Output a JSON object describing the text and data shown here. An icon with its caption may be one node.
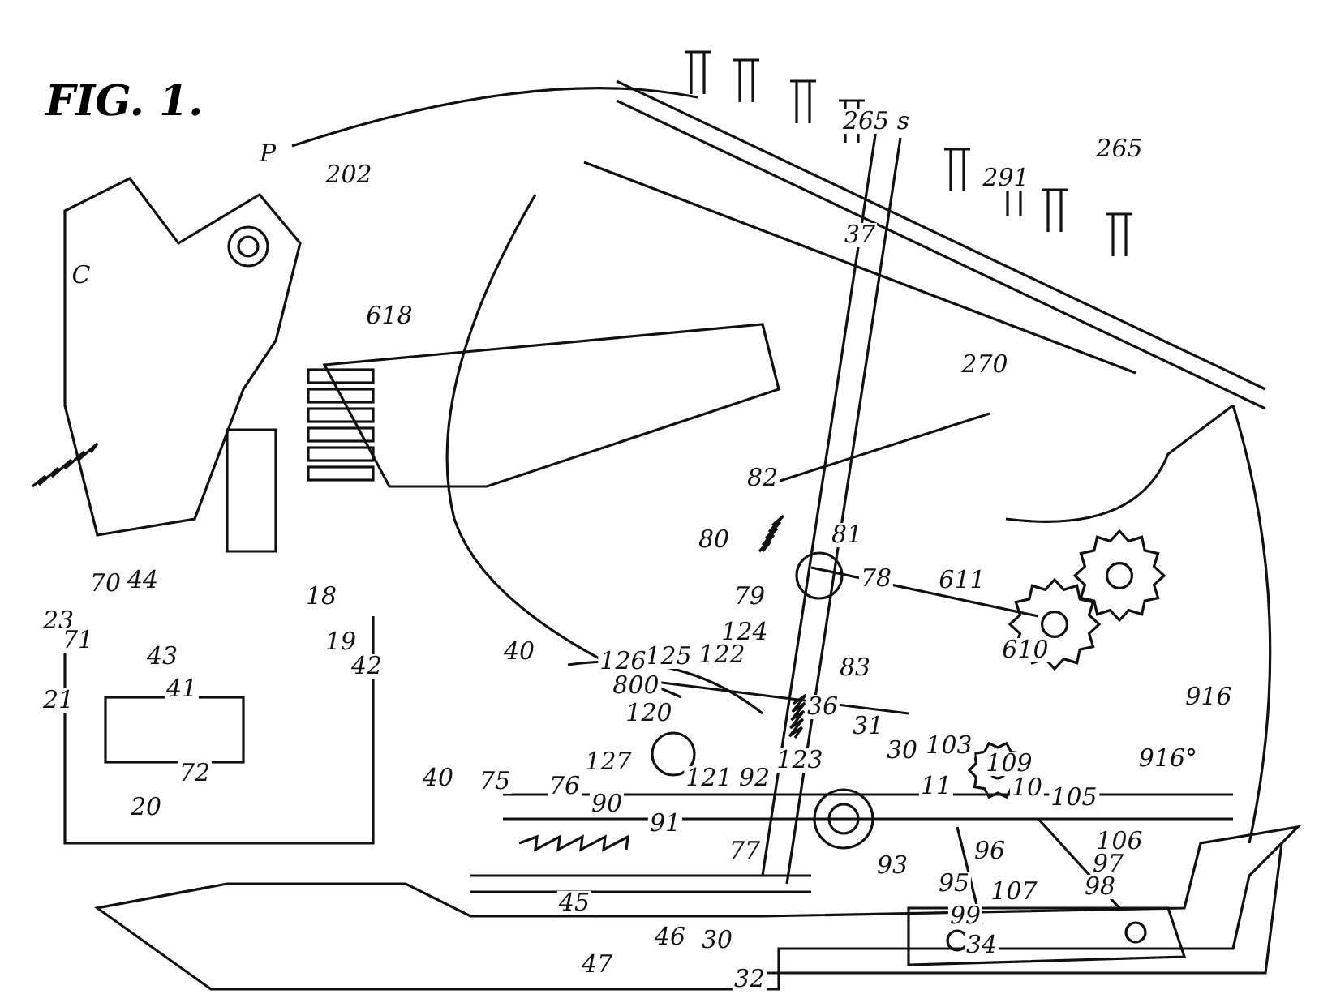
{
  "diagram": {
    "title": "FIG. 1.",
    "labels": [
      "265 s",
      "202",
      "291",
      "265",
      "P",
      "C",
      "37",
      "618",
      "270",
      "82",
      "80",
      "81",
      "78",
      "611",
      "79",
      "70",
      "44",
      "23",
      "18",
      "71",
      "124",
      "19",
      "610",
      "125",
      "126",
      "122",
      "40",
      "42",
      "800",
      "83",
      "43",
      "21",
      "36",
      "41",
      "916",
      "120",
      "31",
      "103",
      "30",
      "916°",
      "123",
      "127",
      "109",
      "72",
      "11",
      "121",
      "92",
      "10",
      "75",
      "40",
      "76",
      "90",
      "105",
      "20",
      "91",
      "106",
      "96",
      "77",
      "97",
      "93",
      "95",
      "98",
      "107",
      "45",
      "99",
      "46",
      "30",
      "34",
      "47",
      "32"
    ]
  }
}
